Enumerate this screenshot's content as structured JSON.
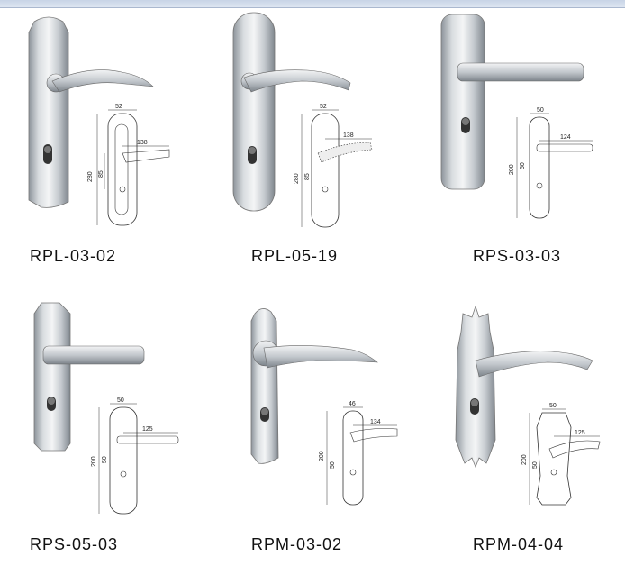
{
  "products": [
    {
      "model": "RPL-03-02",
      "dims": {
        "width": "52",
        "lever": "138",
        "height": "280",
        "center": "85"
      }
    },
    {
      "model": "RPL-05-19",
      "dims": {
        "width": "52",
        "lever": "138",
        "height": "280",
        "center": "85"
      }
    },
    {
      "model": "RPS-03-03",
      "dims": {
        "width": "50",
        "lever": "124",
        "height": "200",
        "center": "50"
      }
    },
    {
      "model": "RPS-05-03",
      "dims": {
        "width": "50",
        "lever": "125",
        "height": "200",
        "center": "50"
      }
    },
    {
      "model": "RPM-03-02",
      "dims": {
        "width": "46",
        "lever": "134",
        "height": "200",
        "center": "50"
      }
    },
    {
      "model": "RPM-04-04",
      "dims": {
        "width": "50",
        "lever": "125",
        "height": "200",
        "center": "50"
      }
    }
  ]
}
